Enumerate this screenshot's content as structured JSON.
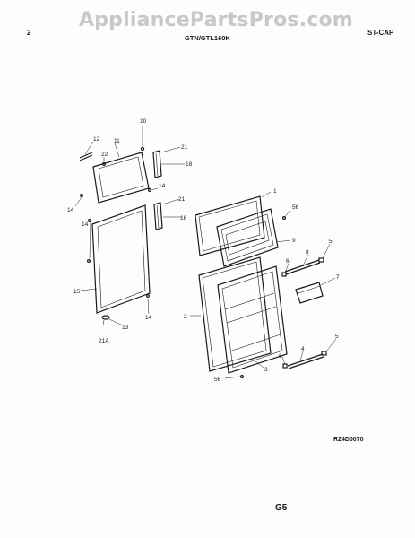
{
  "header": {
    "page_number": "2",
    "model": "GTN/GTL160K",
    "section_code": "ST-CAP"
  },
  "watermark": "AppliancePartsPros.com",
  "diagram": {
    "reference_code": "R24D0070",
    "page_label": "G5",
    "callouts": [
      {
        "id": "c10",
        "text": "10"
      },
      {
        "id": "c12",
        "text": "12"
      },
      {
        "id": "c11",
        "text": "11"
      },
      {
        "id": "c22",
        "text": "22"
      },
      {
        "id": "c21a",
        "text": "21"
      },
      {
        "id": "c18",
        "text": "18"
      },
      {
        "id": "c14a",
        "text": "14"
      },
      {
        "id": "c14b",
        "text": "14"
      },
      {
        "id": "c14c",
        "text": "14"
      },
      {
        "id": "c21b",
        "text": "21"
      },
      {
        "id": "c16",
        "text": "16"
      },
      {
        "id": "c15",
        "text": "15"
      },
      {
        "id": "c13",
        "text": "13"
      },
      {
        "id": "c14d",
        "text": "14"
      },
      {
        "id": "c21A",
        "text": "21A"
      },
      {
        "id": "c1",
        "text": "1"
      },
      {
        "id": "c56a",
        "text": "56"
      },
      {
        "id": "c9",
        "text": "9"
      },
      {
        "id": "c8",
        "text": "8"
      },
      {
        "id": "c5a",
        "text": "5"
      },
      {
        "id": "c6a",
        "text": "6"
      },
      {
        "id": "c7",
        "text": "7"
      },
      {
        "id": "c2",
        "text": "2"
      },
      {
        "id": "c3",
        "text": "3"
      },
      {
        "id": "c4",
        "text": "4"
      },
      {
        "id": "c5b",
        "text": "5"
      },
      {
        "id": "c6b",
        "text": "6"
      },
      {
        "id": "c56b",
        "text": "56"
      }
    ]
  }
}
